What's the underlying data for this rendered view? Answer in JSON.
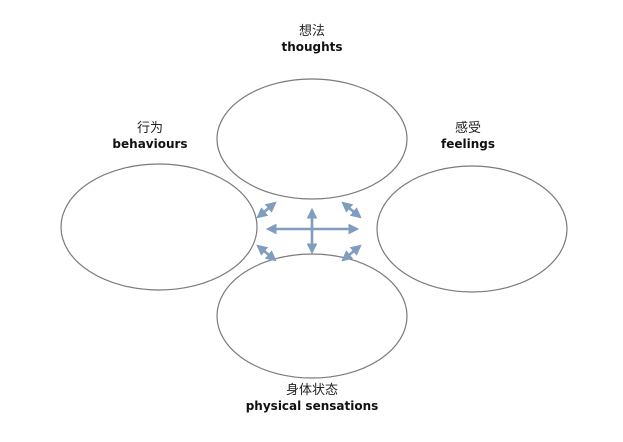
{
  "nodes": {
    "thoughts": {
      "zh": "想法",
      "en": "thoughts"
    },
    "behaviours": {
      "zh": "行为",
      "en": "behaviours"
    },
    "feelings": {
      "zh": "感受",
      "en": "feelings"
    },
    "physical": {
      "zh": "身体状态",
      "en": "physical sensations"
    }
  },
  "colors": {
    "ellipse_stroke": "#7a7a7a",
    "arrow": "#7f9dbf",
    "text": "#222222"
  }
}
